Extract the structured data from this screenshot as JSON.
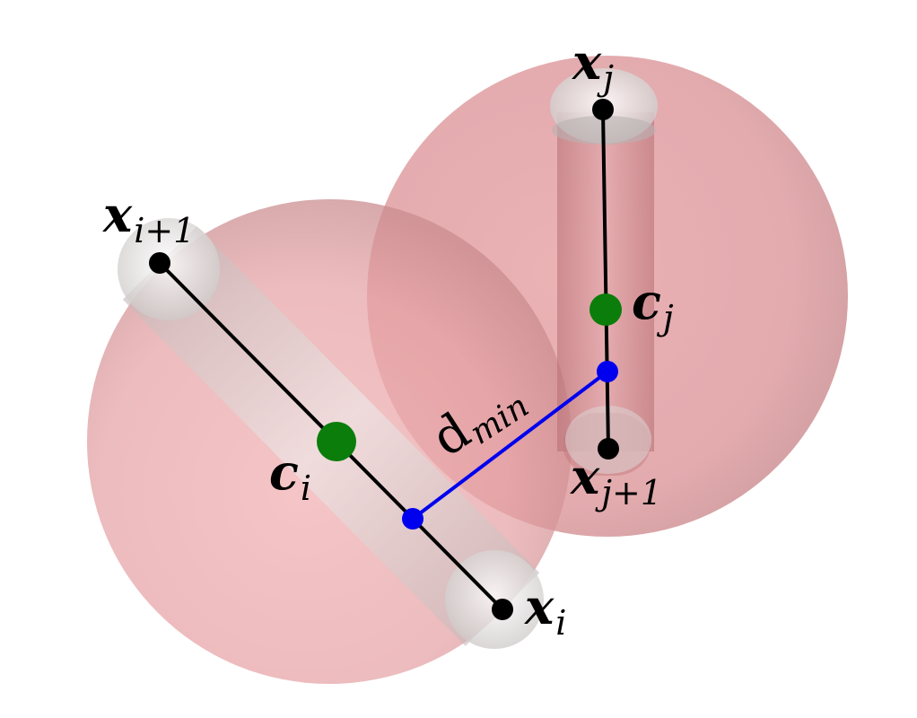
{
  "colors": {
    "sphere": "#d9737a",
    "capsule": "#c8c3c3",
    "segment": "#000000",
    "centroid": "#0a7d0a",
    "closest_points": "#0000ee"
  },
  "labels": {
    "x_i": {
      "base": "x",
      "sub": "i"
    },
    "x_i1": {
      "base": "x",
      "sub": "i+1"
    },
    "c_i": {
      "base": "c",
      "sub": "i"
    },
    "x_j": {
      "base": "x",
      "sub": "j"
    },
    "x_j1": {
      "base": "x",
      "sub": "j+1"
    },
    "c_j": {
      "base": "c",
      "sub": "j"
    },
    "dmin": {
      "base": "d",
      "sub": "min"
    }
  }
}
